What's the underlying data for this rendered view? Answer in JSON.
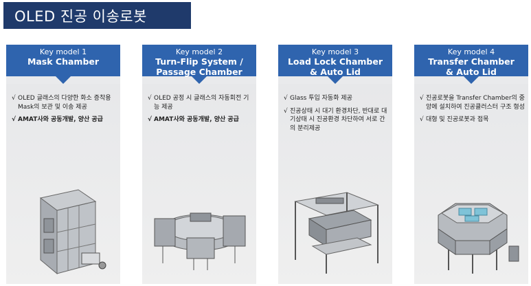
{
  "slide": {
    "title": "OLED 진공 이송로봇"
  },
  "cards": [
    {
      "key_label": "Key model 1",
      "title_lines": [
        "Mask Chamber",
        ""
      ],
      "bullets": [
        {
          "text": "OLED 글래스의 다양한 화소 증착용 Mask의 보관 및 이송 제공",
          "bold": false
        },
        {
          "text": "AMAT사와 공동개발, 양산 공급",
          "bold": true
        }
      ],
      "image": "mask-chamber-machine"
    },
    {
      "key_label": "Key model 2",
      "title_lines": [
        "Turn-Flip System /",
        "Passage Chamber"
      ],
      "bullets": [
        {
          "text": "OLED 공정 시 글래스의 자동회전 기능 제공",
          "bold": false
        },
        {
          "text": "AMAT사와 공동개발, 양산 공급",
          "bold": true
        }
      ],
      "image": "turn-flip-system-machine"
    },
    {
      "key_label": "Key model 3",
      "title_lines": [
        "Load Lock Chamber",
        "& Auto Lid"
      ],
      "bullets": [
        {
          "text": "Glass 투입 자동화 제공",
          "bold": false
        },
        {
          "text": "진공상태 시 대기 환경차단, 반대로 대기상태 시 진공환경 차단하여 서로 간의 분리제공",
          "bold": false
        }
      ],
      "image": "load-lock-chamber-machine"
    },
    {
      "key_label": "Key model 4",
      "title_lines": [
        "Transfer Chamber",
        "& Auto Lid"
      ],
      "bullets": [
        {
          "text": "진공로봇을 Transfer Chamber의 중앙에 설치하여 진공클러스터 구조 형성",
          "bold": false
        },
        {
          "text": "대형 및 진공로봇과 접목",
          "bold": false
        }
      ],
      "image": "transfer-chamber-machine"
    }
  ],
  "colors": {
    "title_bg": "#1f3a6b",
    "header_bg": "#2f64ae",
    "card_bg": "#e9eaec"
  },
  "check_mark": "√"
}
